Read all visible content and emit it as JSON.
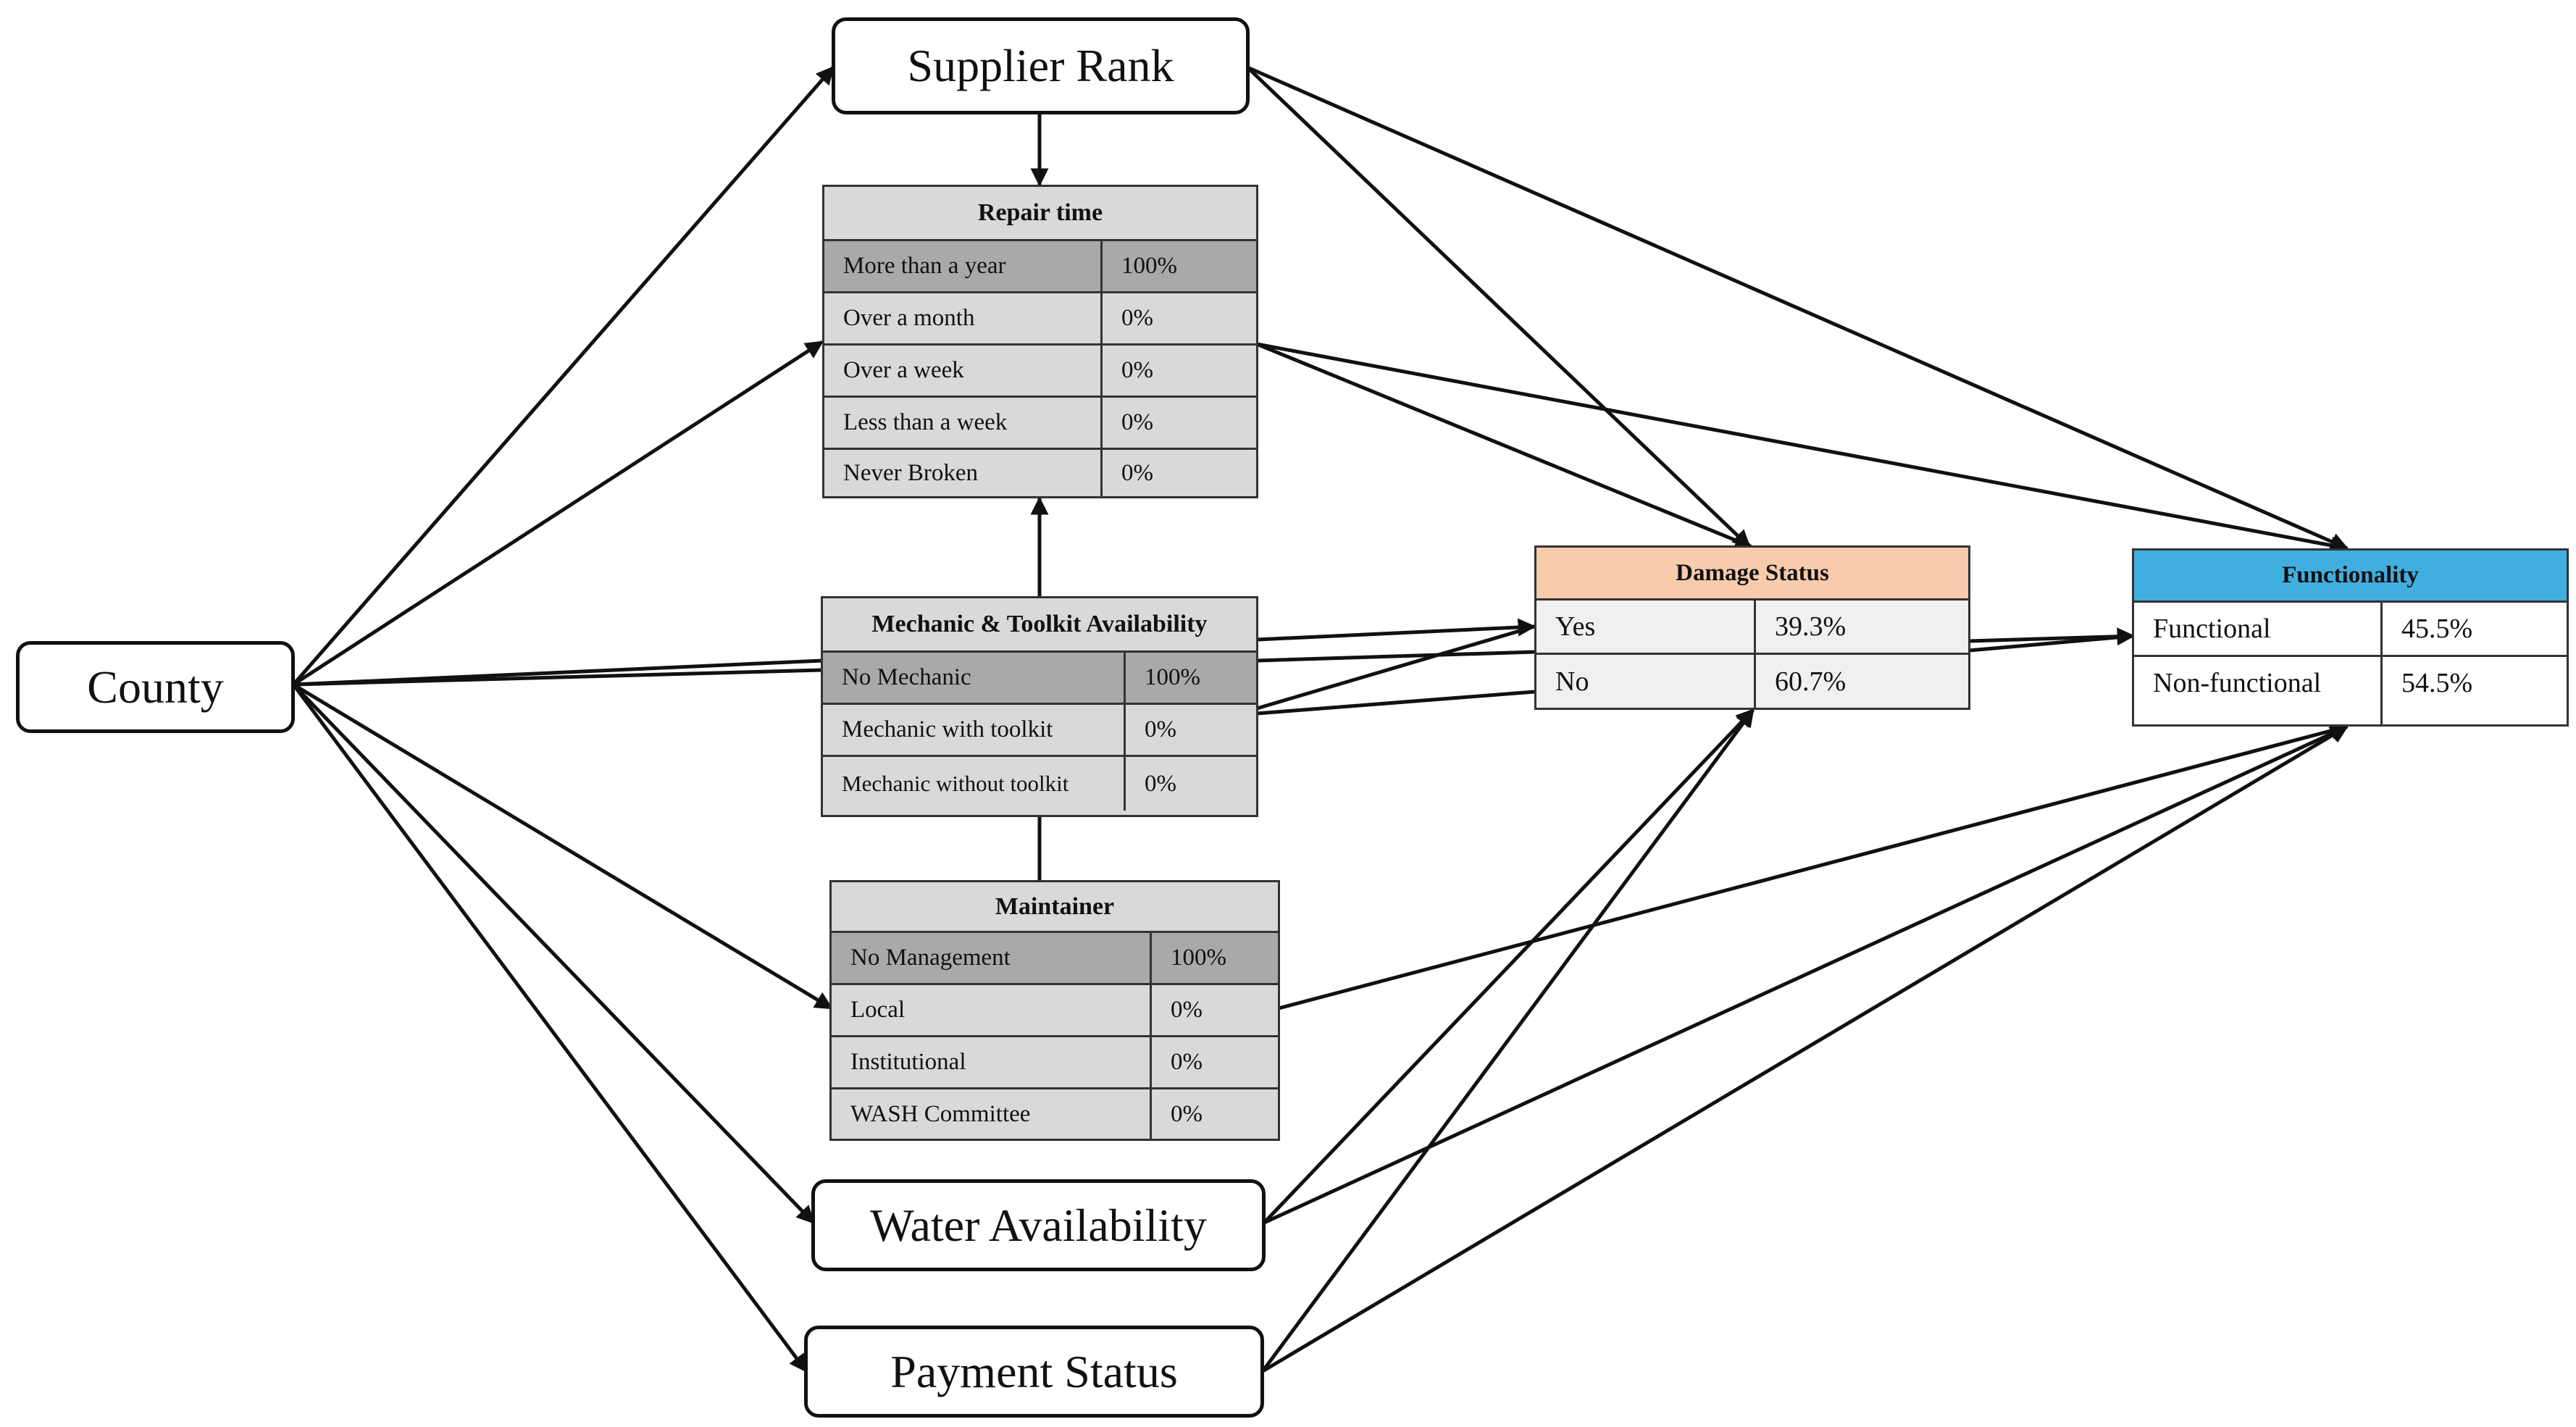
{
  "nodes": {
    "county": "County",
    "supplier_rank": "Supplier Rank",
    "water_availability": "Water Availability",
    "payment_status": "Payment Status"
  },
  "tables": {
    "repair_time": {
      "title": "Repair time",
      "rows": [
        {
          "label": "More than a year",
          "value": "100%"
        },
        {
          "label": "Over a month",
          "value": "0%"
        },
        {
          "label": "Over a week",
          "value": "0%"
        },
        {
          "label": "Less than a week",
          "value": "0%"
        },
        {
          "label": "Never Broken",
          "value": "0%"
        }
      ]
    },
    "mechanic": {
      "title": "Mechanic & Toolkit Availability",
      "rows": [
        {
          "label": "No Mechanic",
          "value": "100%"
        },
        {
          "label": "Mechanic with toolkit",
          "value": "0%"
        },
        {
          "label": "Mechanic without toolkit",
          "value": "0%"
        }
      ]
    },
    "maintainer": {
      "title": "Maintainer",
      "rows": [
        {
          "label": "No Management",
          "value": "100%"
        },
        {
          "label": "Local",
          "value": "0%"
        },
        {
          "label": "Institutional",
          "value": "0%"
        },
        {
          "label": "WASH Committee",
          "value": "0%"
        }
      ]
    },
    "damage_status": {
      "title": "Damage Status",
      "rows": [
        {
          "label": "Yes",
          "value": "39.3%"
        },
        {
          "label": "No",
          "value": "60.7%"
        }
      ]
    },
    "functionality": {
      "title": "Functionality",
      "rows": [
        {
          "label": "Functional",
          "value": "45.5%"
        },
        {
          "label": "Non-functional",
          "value": "54.5%"
        }
      ]
    }
  },
  "colors": {
    "damage_header": "#f8cbad",
    "functionality_header": "#41aee0",
    "highlight_row": "#a9a9a9",
    "table_fill": "#d9d9d9"
  }
}
